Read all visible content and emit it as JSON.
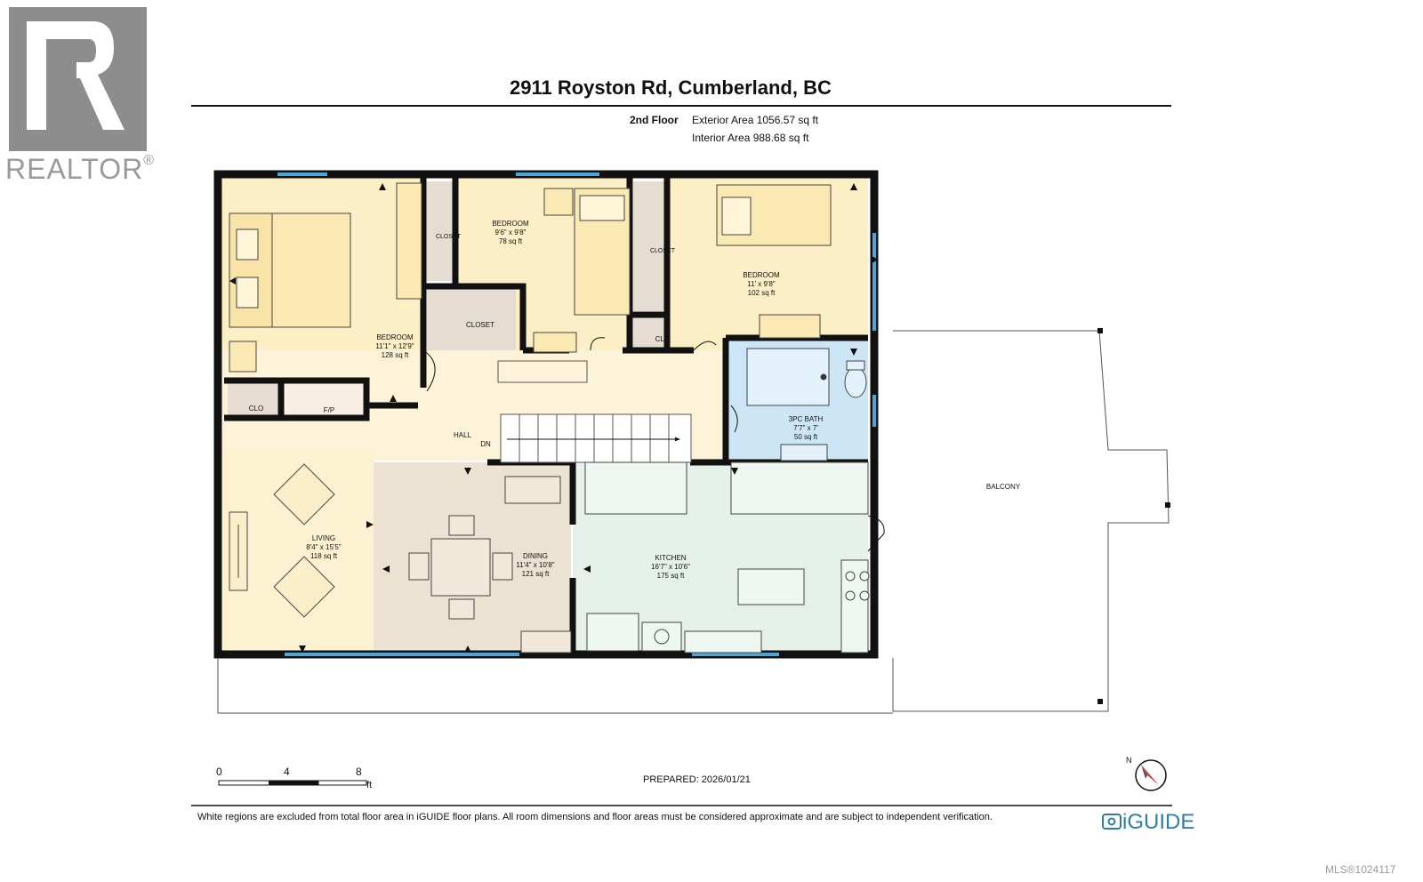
{
  "watermark": {
    "brand": "REALTOR",
    "registered": "®",
    "mls": "MLS®1024117"
  },
  "header": {
    "title": "2911 Royston Rd, Cumberland, BC",
    "floor": "2nd Floor",
    "exterior_area": "Exterior Area 1056.57 sq ft",
    "interior_area": "Interior Area 988.68 sq ft"
  },
  "rooms": {
    "bedroom_main": {
      "name": "BEDROOM",
      "dims": "11'1\" x 12'9\"",
      "area": "128 sq ft"
    },
    "bedroom_middle": {
      "name": "BEDROOM",
      "dims": "9'6\" x 9'8\"",
      "area": "78 sq ft"
    },
    "bedroom_right": {
      "name": "BEDROOM",
      "dims": "11' x 9'8\"",
      "area": "102 sq ft"
    },
    "bath": {
      "name": "3PC BATH",
      "dims": "7'7\" x 7'",
      "area": "50 sq ft"
    },
    "living": {
      "name": "LIVING",
      "dims": "8'4\" x 15'5\"",
      "area": "118 sq ft"
    },
    "dining": {
      "name": "DINING",
      "dims": "11'4\" x 10'8\"",
      "area": "121 sq ft"
    },
    "kitchen": {
      "name": "KITCHEN",
      "dims": "16'7\" x 10'6\"",
      "area": "175 sq ft"
    }
  },
  "labels": {
    "closet_1": "CLOSET",
    "closet_2": "CLOSET",
    "closet_3": "CLOSET",
    "clo_1": "CLO",
    "clo_2": "CLO",
    "fp": "F/P",
    "hall": "HALL",
    "dn": "DN",
    "balcony": "BALCONY"
  },
  "scale": {
    "t0": "0",
    "t4": "4",
    "t8": "8",
    "unit": "ft"
  },
  "prepared": "PREPARED: 2026/01/21",
  "compass": {
    "north": "N"
  },
  "disclaimer": "White regions are excluded from total floor area in iGUIDE floor plans. All room dimensions and floor areas must be considered approximate and are subject to independent verification.",
  "brand_logo": "iGUIDE",
  "colors": {
    "bedroom": "#fcefc6",
    "closet": "#e6ddd2",
    "hall": "#fdf3d8",
    "living": "#fcf2d2",
    "dining": "#ece2d2",
    "kitchen": "#e5f1e8",
    "bath": "#cde6f5",
    "wall": "#111111",
    "window": "#4ba6da",
    "iguide": "#2e7fa8"
  }
}
